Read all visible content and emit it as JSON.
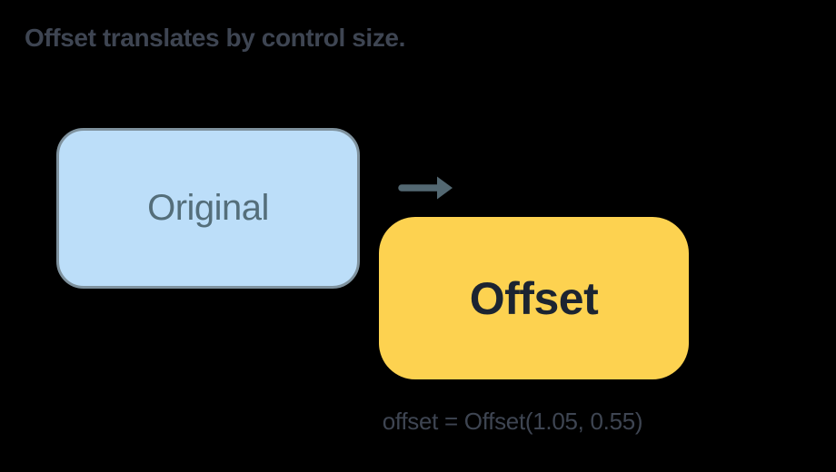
{
  "canvas": {
    "background": "#000000"
  },
  "title": {
    "text": "Offset translates by control size.",
    "color": "#3E4552"
  },
  "diagram": {
    "original_box": {
      "label": "Original",
      "fill": "#BCDEF9",
      "border_color": "#7F929E",
      "label_color": "#546E7A"
    },
    "arrow": {
      "color": "#536872"
    },
    "offset_box": {
      "label": "Offset",
      "fill": "#FDD250",
      "label_color": "#1C2431"
    },
    "caption": {
      "text": "offset = Offset(1.05, 0.55)",
      "color": "#3E4552"
    }
  }
}
